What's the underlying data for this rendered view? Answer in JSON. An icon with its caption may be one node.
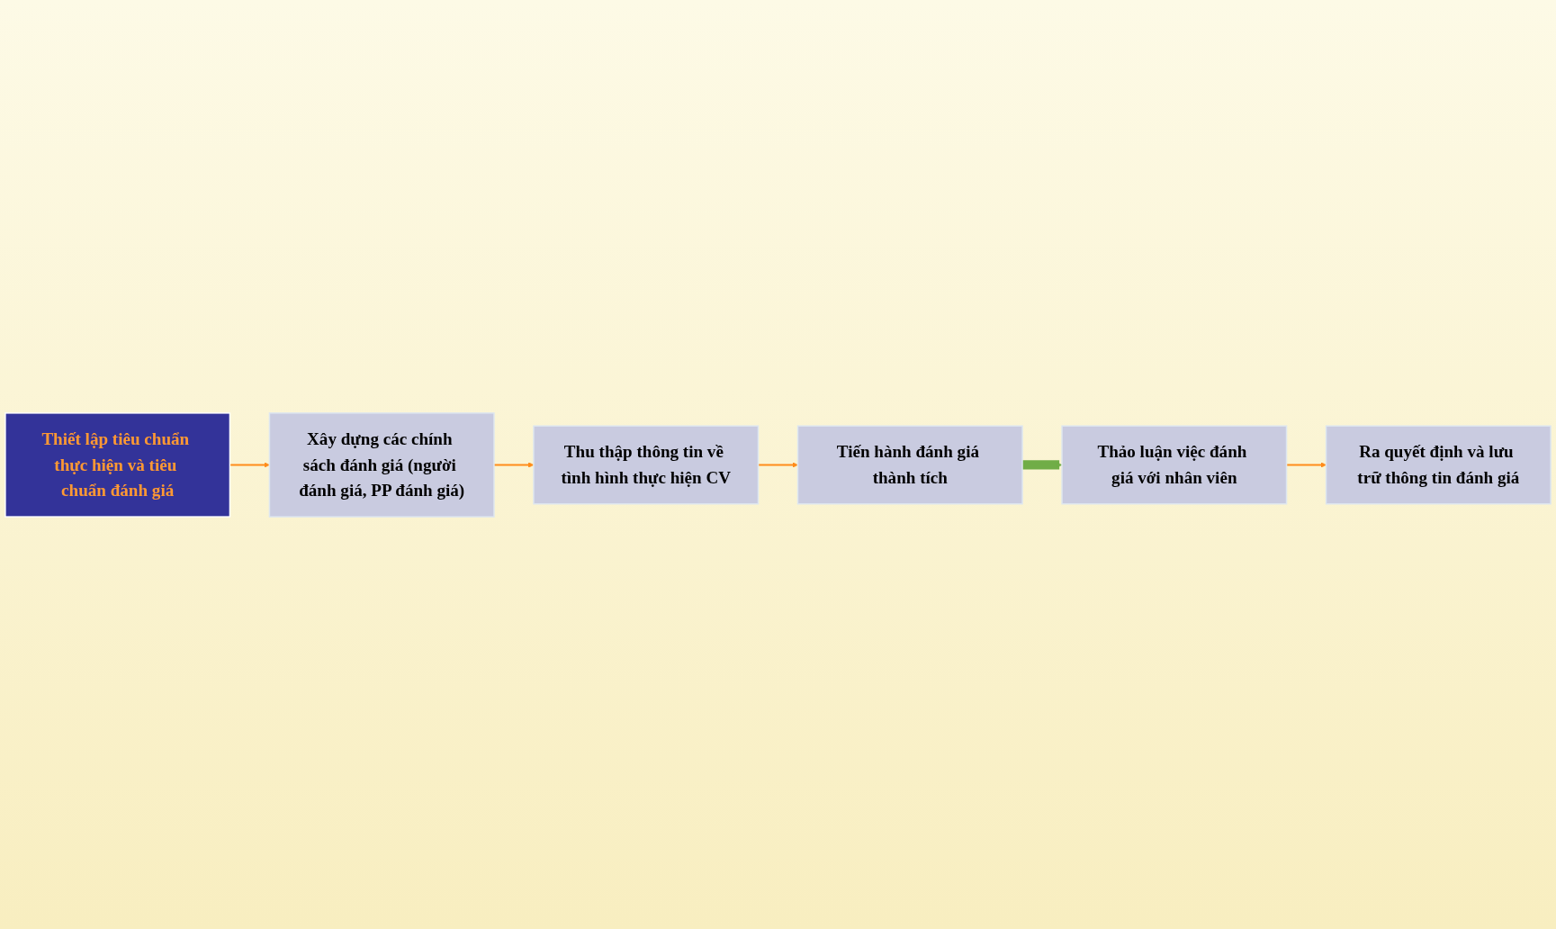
{
  "diagram": {
    "nodes": [
      {
        "text": [
          "Thiết lập tiêu chuẩn thực hiện và tiêu chuẩn đánh giá"
        ]
      },
      {
        "text": [
          "Xây dựng các chính sách đánh giá (người đánh giá, PP đánh giá)"
        ]
      },
      {
        "text": [
          "Thu thập thông tin về tình hình thực hiện CV"
        ]
      },
      {
        "text": [
          "Tiến hành đánh giá thành tích"
        ]
      },
      {
        "text": [
          "Thảo luận việc đánh giá với nhân viên"
        ]
      },
      {
        "text": [
          "Ra quyết định và lưu trữ thông tin đánh giá"
        ]
      }
    ],
    "edges": [
      {
        "from": 0,
        "to": 1,
        "arrow": "to"
      },
      {
        "from": 1,
        "to": 2,
        "arrow": "to"
      },
      {
        "from": 2,
        "to": 3,
        "arrow": "to"
      },
      {
        "from": 3,
        "to": 4,
        "arrow": "to",
        "style": "thick",
        "color": "#70ad47"
      },
      {
        "from": 4,
        "to": 5,
        "arrow": "to"
      }
    ]
  }
}
